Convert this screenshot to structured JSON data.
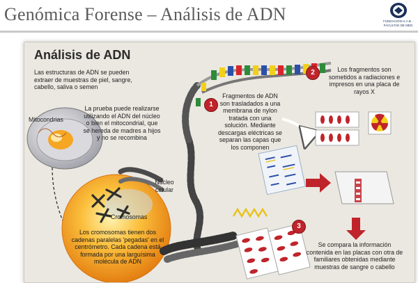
{
  "slide": {
    "title": "Genómica Forense – Análisis de ADN",
    "logo_text": "FUNDACIÓN H.A.B. · FACULTAD DE MED."
  },
  "diagram": {
    "heading": "Análisis de ADN",
    "intro": "Las estructuras de ADN se pueden extraer de muestras de piel, sangre, cabello, saliva o semen",
    "nucleus_test": "La prueba puede realizarse utilizando el ADN del núcleo o bien el mitocondrial, que se hereda de madres a hijos y no se recombina",
    "mitochondria_label": "Mitocondrias",
    "nucleus_label": "Núcleo celular",
    "chromosomes_label": "Cromosomas",
    "chromosomes_text": "Los cromosomas tienen dos cadenas paralelas 'pegadas' en el centrómetro. Cada cadena está formada por una larguísima molécula de ADN",
    "steps": [
      {
        "number": "1",
        "text": "Fragmentos de ADN son trasladados a una membrana de nylon tratada con una solución. Mediante descargas eléctricas se separan las capas que los componen"
      },
      {
        "number": "2",
        "text": "Los fragmentos son sometidos a radiaciones e impresos en una placa de rayos X"
      },
      {
        "number": "3",
        "text": "Se compara la información contenida en las placas con otra de familiares obtenidas mediante muestras de sangre o cabello"
      }
    ]
  },
  "colors": {
    "panel_bg": "#ebe8e1",
    "orange_cell": "#f6a21e",
    "red_accent": "#c0242b",
    "dna_green": "#2e8b3a",
    "dna_yellow": "#f2d019",
    "dna_blue": "#2c4fa8",
    "dna_red": "#d8252a"
  }
}
